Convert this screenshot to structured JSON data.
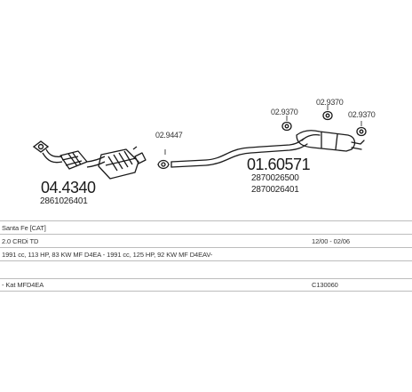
{
  "parts": {
    "catalyst": {
      "number": "04.4340",
      "oe": "2861026401"
    },
    "center_pipe": {
      "small_part": "02.9447"
    },
    "rear_silencer": {
      "number": "01.60571",
      "oe_1": "2870026500",
      "oe_2": "2870026401"
    },
    "hangers": {
      "left": "02.9370",
      "middle": "02.9370",
      "right": "02.9370"
    }
  },
  "vehicle": {
    "model": "Santa Fe [CAT]",
    "engine": "2.0 CRDi TD",
    "years": "12/00 - 02/06",
    "details": "1991 cc, 113 HP, 83 KW MF D4EA - 1991 cc, 125 HP, 92 KW MF D4EAV-",
    "kit_label": "- Kat MFD4EA",
    "kit_code": "C130060"
  },
  "colors": {
    "line": "#1a1a1a",
    "divider": "#bdbdbd",
    "background": "#ffffff"
  }
}
